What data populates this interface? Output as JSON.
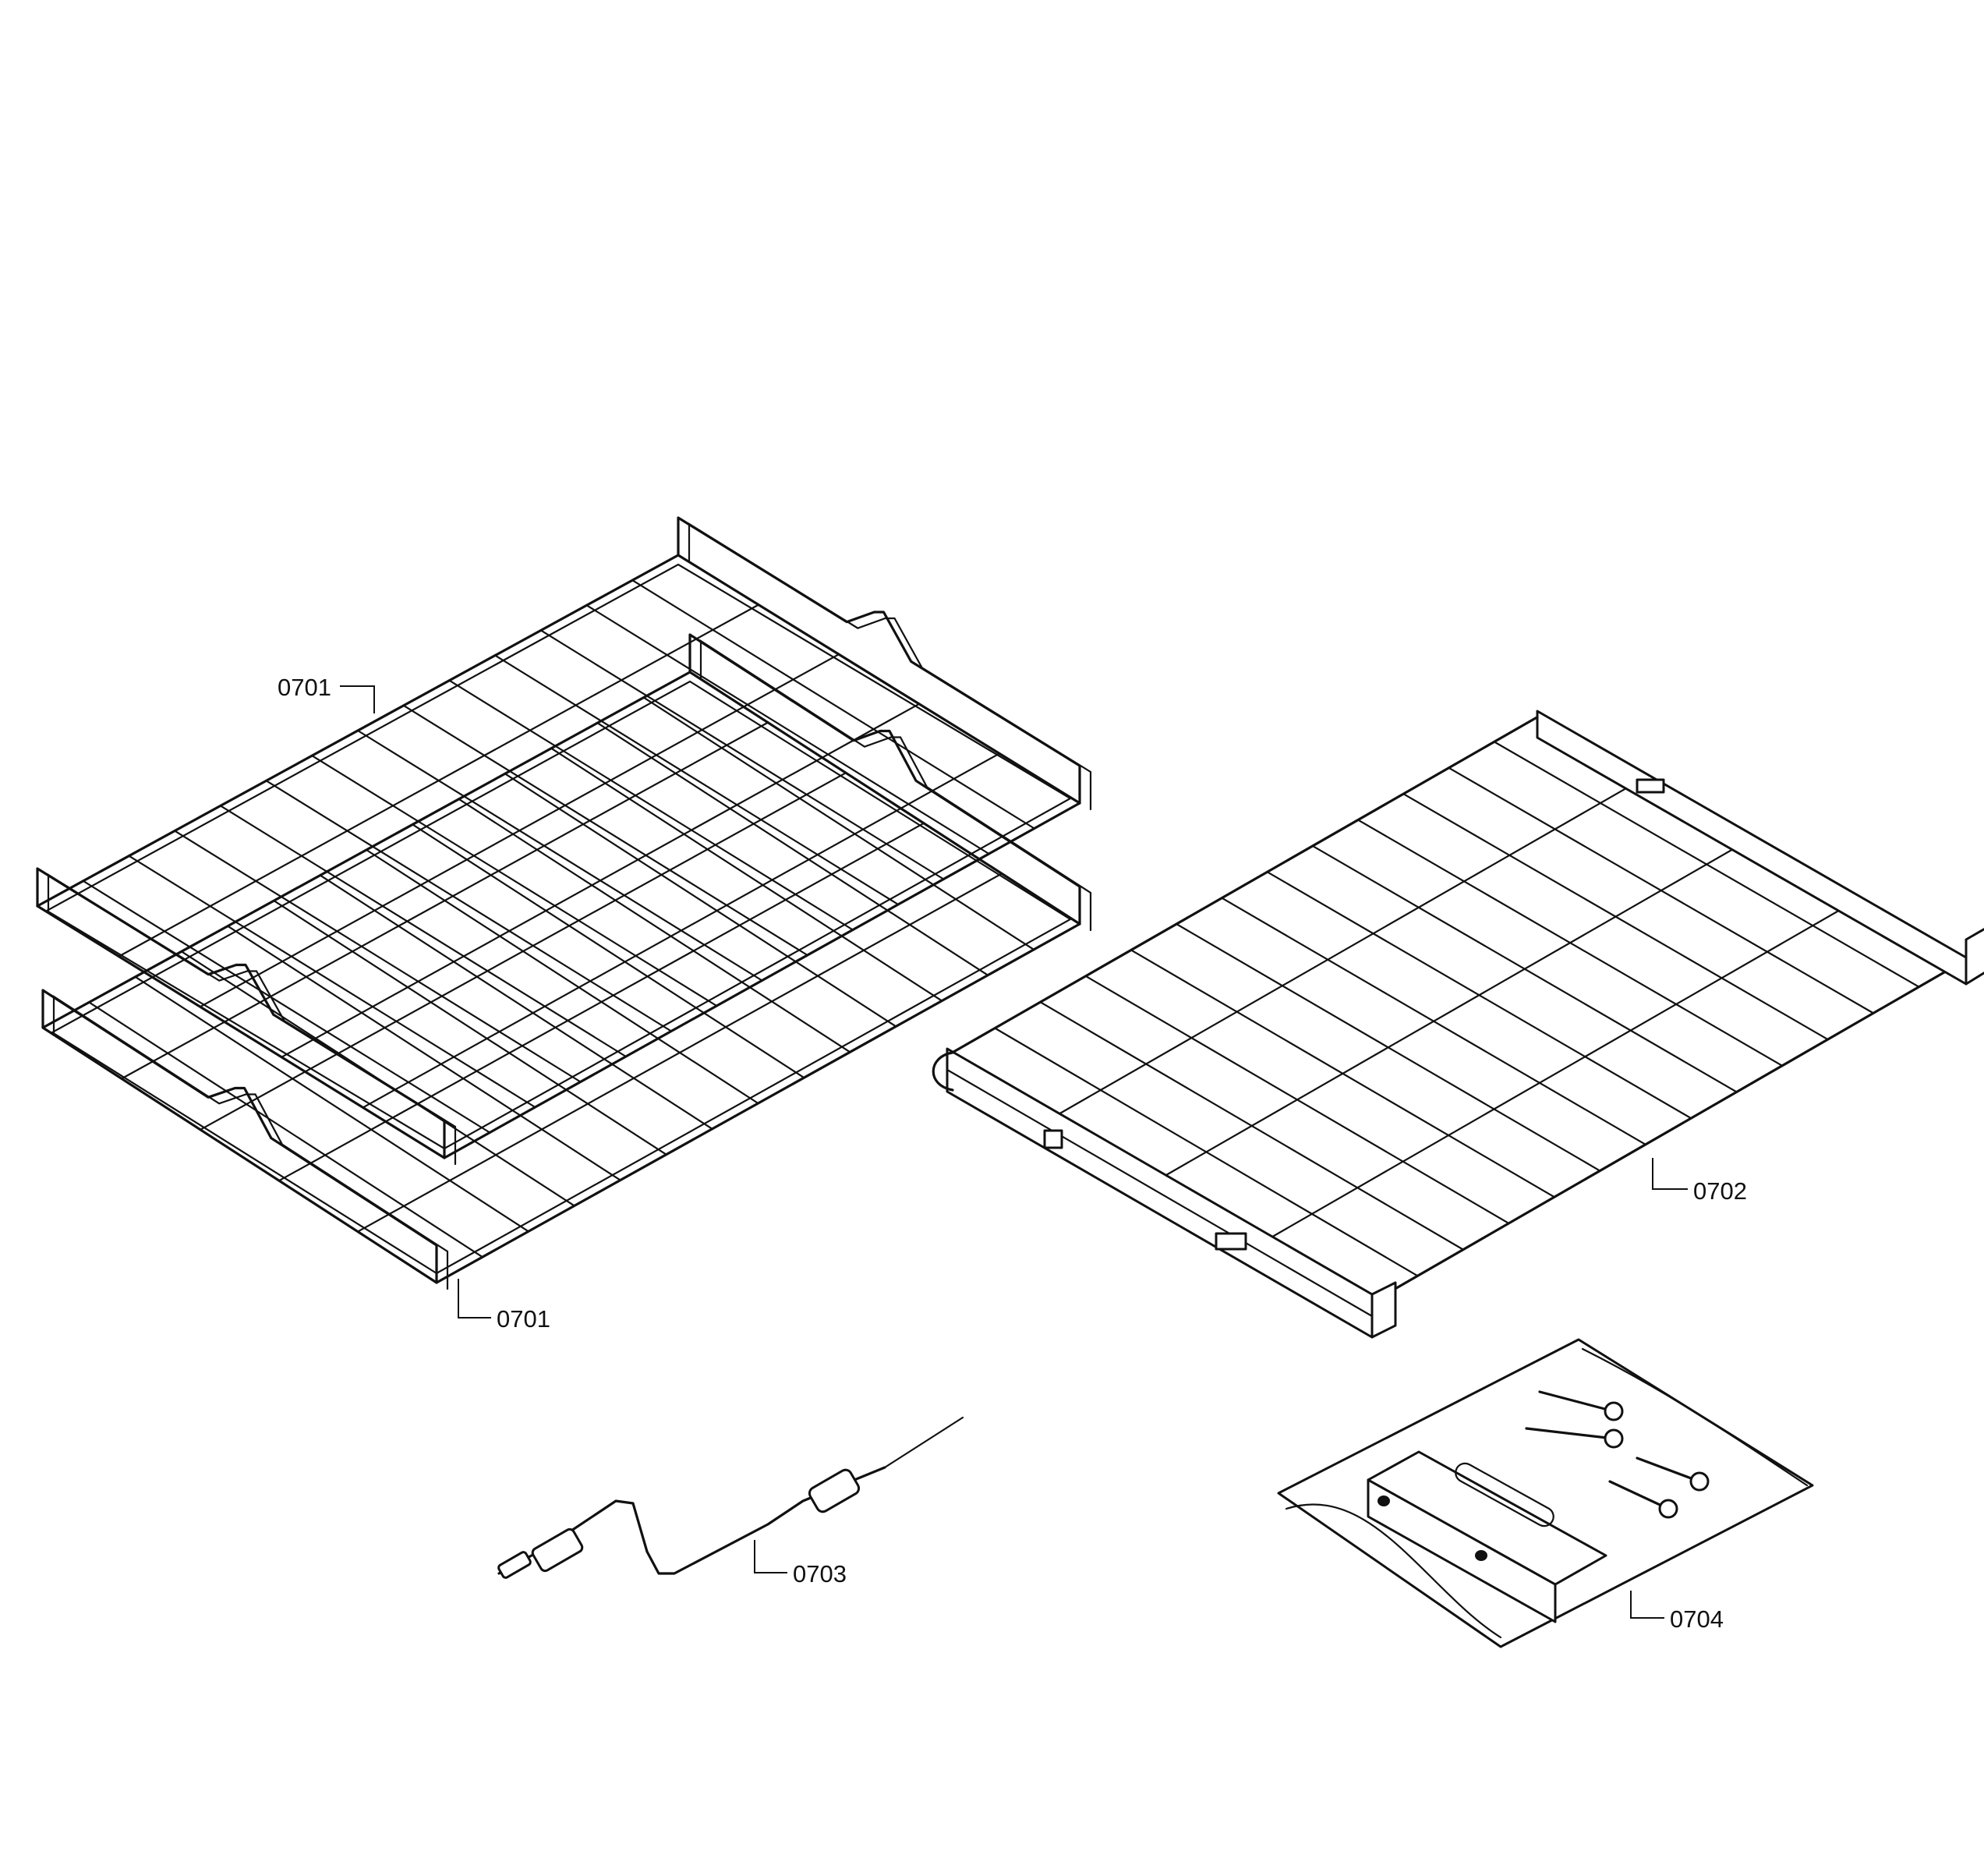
{
  "diagram": {
    "callouts": [
      {
        "id": "rack-top",
        "label": "0701"
      },
      {
        "id": "rack-bottom",
        "label": "0701"
      },
      {
        "id": "telescopic-rack",
        "label": "0702"
      },
      {
        "id": "meat-probe",
        "label": "0703"
      },
      {
        "id": "hardware-bag",
        "label": "0704"
      }
    ],
    "parts": [
      {
        "part_no": "0701",
        "icon": "wire-rack-icon",
        "count": 2
      },
      {
        "part_no": "0702",
        "icon": "telescopic-rack-icon"
      },
      {
        "part_no": "0703",
        "icon": "meat-probe-icon"
      },
      {
        "part_no": "0704",
        "icon": "hardware-bag-icon"
      }
    ]
  }
}
